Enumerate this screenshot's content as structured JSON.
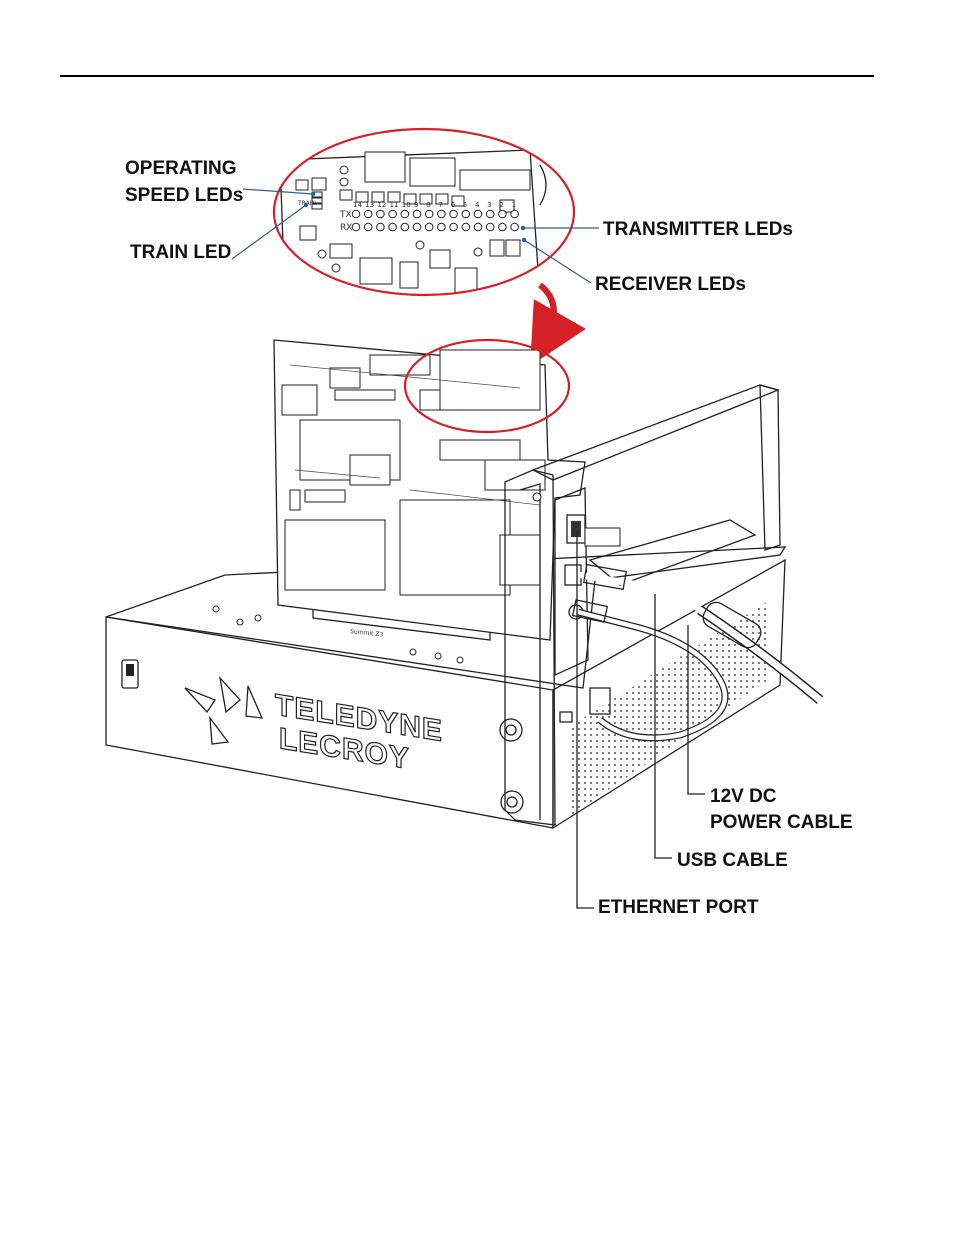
{
  "labels": {
    "operating_speed_line1": "OPERATING",
    "operating_speed_line2": "SPEED LEDs",
    "train_led": "TRAIN LED",
    "transmitter_leds": "TRANSMITTER LEDs",
    "receiver_leds": "RECEIVER LEDs",
    "power_cable_line1": "12V DC",
    "power_cable_line2": "POWER CABLE",
    "usb_cable": "USB CABLE",
    "ethernet_port": "ETHERNET PORT"
  },
  "device": {
    "brand_line1": "TELEDYNE",
    "brand_line2": "LECROY",
    "model": "Summit Z3"
  },
  "board": {
    "lane_numbers": [
      "14",
      "13",
      "12",
      "11",
      "10",
      "9",
      "8",
      "7",
      "6",
      "5",
      "4",
      "3",
      "2",
      "1"
    ],
    "row_tx": "TX",
    "row_rx": "RX",
    "train_text": "TRAIN"
  },
  "colors": {
    "highlight_oval": "#d62027",
    "leader_line": "#2f5f8f"
  }
}
